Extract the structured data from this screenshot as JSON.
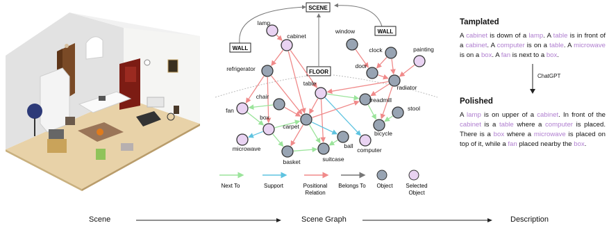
{
  "scene_image": {
    "objects": [
      "room",
      "refrigerator",
      "cabinet",
      "door",
      "window",
      "painting",
      "clock",
      "table",
      "chairs",
      "fan",
      "microwave",
      "box",
      "carpet",
      "basket",
      "ball",
      "suitcase",
      "treadmill",
      "bicycle",
      "stool",
      "radiator"
    ]
  },
  "graph": {
    "scene_label": "SCENE",
    "wall_left": "WALL",
    "wall_right": "WALL",
    "floor_label": "FLOOR",
    "nodes": [
      {
        "id": "lamp",
        "label": "lamp",
        "selected": true
      },
      {
        "id": "cabinet",
        "label": "cabinet",
        "selected": true
      },
      {
        "id": "refrigerator",
        "label": "refrigerator",
        "selected": false
      },
      {
        "id": "window",
        "label": "window",
        "selected": false
      },
      {
        "id": "clock",
        "label": "clock",
        "selected": false
      },
      {
        "id": "painting",
        "label": "painting",
        "selected": true
      },
      {
        "id": "door",
        "label": "door",
        "selected": false
      },
      {
        "id": "radiator",
        "label": "radiator",
        "selected": false
      },
      {
        "id": "table",
        "label": "table",
        "selected": true
      },
      {
        "id": "chair",
        "label": "chair",
        "selected": false
      },
      {
        "id": "fan",
        "label": "fan",
        "selected": true
      },
      {
        "id": "box",
        "label": "box",
        "selected": true
      },
      {
        "id": "carpet",
        "label": "carpet",
        "selected": false
      },
      {
        "id": "treadmill",
        "label": "treadmill",
        "selected": false
      },
      {
        "id": "stool",
        "label": "stool",
        "selected": false
      },
      {
        "id": "bicycle",
        "label": "bicycle",
        "selected": false
      },
      {
        "id": "microwave",
        "label": "microwave",
        "selected": true
      },
      {
        "id": "basket",
        "label": "basket",
        "selected": false
      },
      {
        "id": "suitcase",
        "label": "suitcase",
        "selected": false
      },
      {
        "id": "ball",
        "label": "ball",
        "selected": false
      },
      {
        "id": "computer",
        "label": "computer",
        "selected": true
      }
    ],
    "edges": [
      {
        "from": "lamp",
        "to": "cabinet",
        "type": "positional"
      },
      {
        "from": "cabinet",
        "to": "refrigerator",
        "type": "positional"
      },
      {
        "from": "cabinet",
        "to": "carpet",
        "type": "positional"
      },
      {
        "from": "cabinet",
        "to": "table",
        "type": "positional"
      },
      {
        "from": "refrigerator",
        "to": "fan",
        "type": "positional"
      },
      {
        "from": "refrigerator",
        "to": "carpet",
        "type": "positional"
      },
      {
        "from": "refrigerator",
        "to": "box",
        "type": "positional"
      },
      {
        "from": "window",
        "to": "door",
        "type": "positional"
      },
      {
        "from": "clock",
        "to": "door",
        "type": "positional"
      },
      {
        "from": "clock",
        "to": "radiator",
        "type": "positional"
      },
      {
        "from": "painting",
        "to": "radiator",
        "type": "positional"
      },
      {
        "from": "door",
        "to": "radiator",
        "type": "positional"
      },
      {
        "from": "radiator",
        "to": "treadmill",
        "type": "positional"
      },
      {
        "from": "radiator",
        "to": "table",
        "type": "positional"
      },
      {
        "from": "radiator",
        "to": "bicycle",
        "type": "positional"
      },
      {
        "from": "stool",
        "to": "bicycle",
        "type": "next"
      },
      {
        "from": "table",
        "to": "treadmill",
        "type": "next"
      },
      {
        "from": "table",
        "to": "computer",
        "type": "support"
      },
      {
        "from": "table",
        "to": "carpet",
        "type": "positional"
      },
      {
        "from": "table",
        "to": "suitcase",
        "type": "positional"
      },
      {
        "from": "chair",
        "to": "fan",
        "type": "next"
      },
      {
        "from": "chair",
        "to": "carpet",
        "type": "positional"
      },
      {
        "from": "fan",
        "to": "box",
        "type": "next"
      },
      {
        "from": "box",
        "to": "microwave",
        "type": "support"
      },
      {
        "from": "box",
        "to": "carpet",
        "type": "next"
      },
      {
        "from": "box",
        "to": "basket",
        "type": "next"
      },
      {
        "from": "carpet",
        "to": "ball",
        "type": "support"
      },
      {
        "from": "carpet",
        "to": "basket",
        "type": "positional"
      },
      {
        "from": "carpet",
        "to": "suitcase",
        "type": "next"
      },
      {
        "from": "carpet",
        "to": "treadmill",
        "type": "positional"
      },
      {
        "from": "basket",
        "to": "suitcase",
        "type": "next"
      },
      {
        "from": "ball",
        "to": "suitcase",
        "type": "next"
      },
      {
        "from": "treadmill",
        "to": "bicycle",
        "type": "next"
      }
    ],
    "legend": [
      {
        "label": "Next To",
        "kind": "next",
        "color": "#9be49b"
      },
      {
        "label": "Support",
        "kind": "support",
        "color": "#5ec3e0"
      },
      {
        "label": "Positional Relation",
        "kind": "positional",
        "color": "#f08a8a"
      },
      {
        "label": "Belongs To",
        "kind": "belongs",
        "color": "#777777"
      },
      {
        "label": "Object",
        "kind": "object",
        "color": "#98a4b3"
      },
      {
        "label": "Selected Object",
        "kind": "selected",
        "color": "#e9d3f2"
      }
    ]
  },
  "templated": {
    "title": "Tamplated",
    "segments": [
      {
        "t": "A "
      },
      {
        "t": "cabinet",
        "h": true
      },
      {
        "t": " is down of a "
      },
      {
        "t": "lamp",
        "h": true
      },
      {
        "t": ". A "
      },
      {
        "t": "table",
        "h": true
      },
      {
        "t": " is in front of a "
      },
      {
        "t": "cabinet",
        "h": true
      },
      {
        "t": ". A "
      },
      {
        "t": "computer",
        "h": true
      },
      {
        "t": " is on a "
      },
      {
        "t": "table",
        "h": true
      },
      {
        "t": ". A "
      },
      {
        "t": "microwave",
        "h": true
      },
      {
        "t": " is on a "
      },
      {
        "t": "box",
        "h": true
      },
      {
        "t": ". A "
      },
      {
        "t": "fan",
        "h": true
      },
      {
        "t": " is next to a "
      },
      {
        "t": "box",
        "h": true
      },
      {
        "t": "."
      }
    ]
  },
  "chatgpt_label": "ChatGPT",
  "polished": {
    "title": "Polished",
    "segments": [
      {
        "t": "A "
      },
      {
        "t": "lamp",
        "h": true
      },
      {
        "t": " is on upper of a "
      },
      {
        "t": "cabinet",
        "h": true
      },
      {
        "t": ". In front of the "
      },
      {
        "t": "cabinet",
        "h": true
      },
      {
        "t": " is a "
      },
      {
        "t": "table",
        "h": true
      },
      {
        "t": " where a "
      },
      {
        "t": "computer",
        "h": true
      },
      {
        "t": " is placed. There is a "
      },
      {
        "t": "box",
        "h": true
      },
      {
        "t": " where a "
      },
      {
        "t": "microwave",
        "h": true
      },
      {
        "t": " is placed on top of it, while a "
      },
      {
        "t": "fan",
        "h": true
      },
      {
        "t": " placed nearby the "
      },
      {
        "t": "box",
        "h": true
      },
      {
        "t": "."
      }
    ]
  },
  "pipeline": [
    "Scene",
    "Scene Graph",
    "Description"
  ],
  "colors": {
    "highlight": "#b07fd0",
    "object_node": "#98a4b3",
    "selected_node": "#e9d3f2",
    "next_to": "#9be49b",
    "support": "#5ec3e0",
    "positional": "#f08a8a",
    "belongs_to": "#777777"
  }
}
